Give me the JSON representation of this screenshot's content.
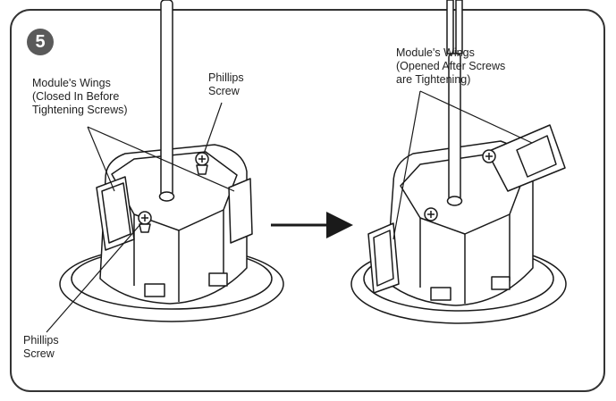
{
  "step_number": "5",
  "labels": {
    "left_wings": [
      "Module's Wings",
      "(Closed In Before",
      "Tightening Screws)"
    ],
    "left_top_screw": [
      "Phillips",
      "Screw"
    ],
    "left_bottom_screw": [
      "Phillips",
      "Screw"
    ],
    "right_wings": [
      "Module's Wings",
      "(Opened After Screws",
      "are Tightening)"
    ]
  },
  "colors": {
    "ink": "#1a1a1a",
    "badge": "#5a5a5a",
    "panel_border": "#333333",
    "background": "#ffffff"
  }
}
